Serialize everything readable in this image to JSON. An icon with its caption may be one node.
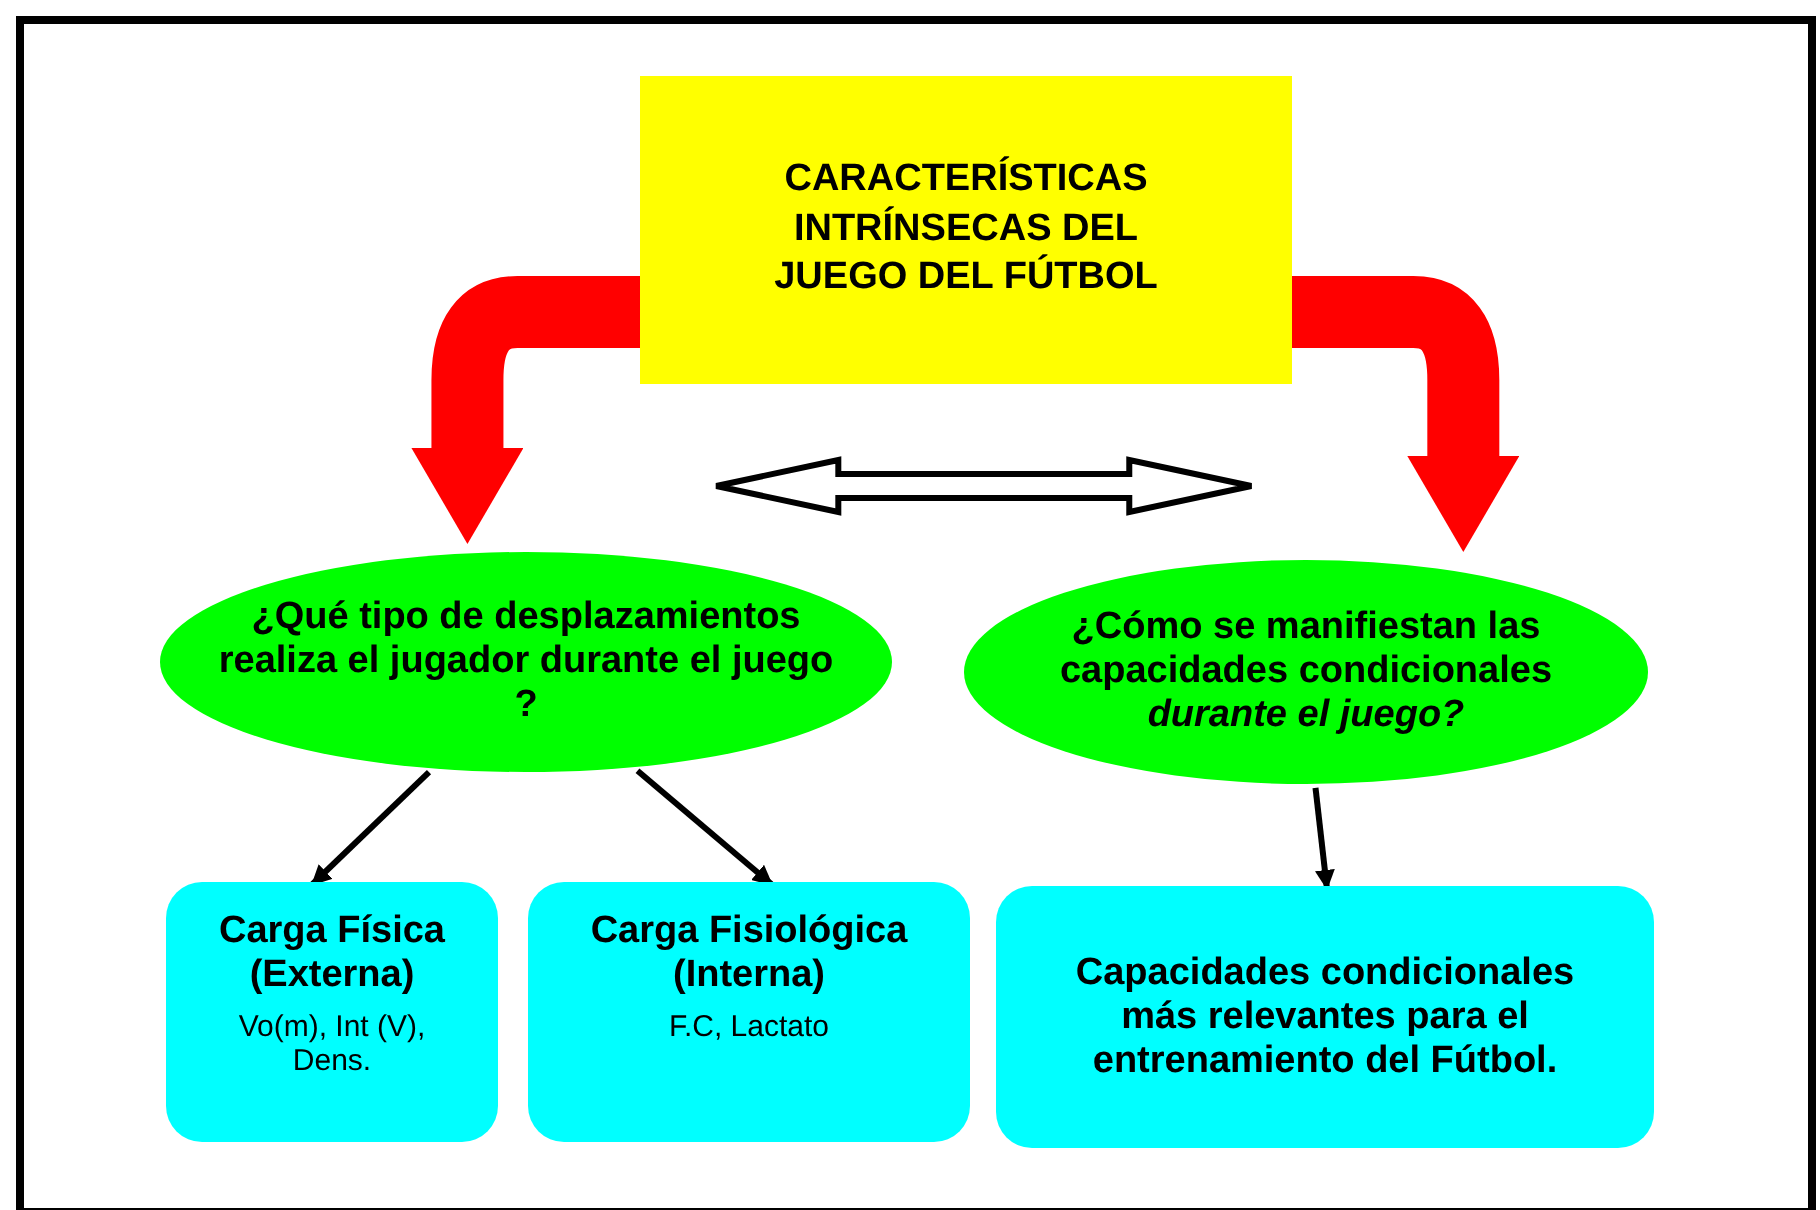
{
  "diagram": {
    "nodes": [
      {
        "text": [
          "CARACTERÍSTICAS INTRÍNSECAS DEL JUEGO DEL FÚTBOL"
        ]
      },
      {
        "text": [
          "¿Qué tipo de desplazamientos realiza el jugador durante el juego ?"
        ]
      },
      {
        "text": [
          "¿Cómo se manifiestan las capacidades condicionales *durante el juego?*"
        ]
      },
      {
        "text": [
          "Carga Física (Externa)",
          "Vo(m), Int (V), Dens."
        ]
      },
      {
        "text": [
          "Carga Fisiológica (Interna)",
          "F.C, Lactato"
        ]
      },
      {
        "text": [
          "Capacidades condicionales más relevantes para el entrenamiento del Fútbol."
        ]
      }
    ],
    "edges": [
      {
        "from": 0,
        "to": 1,
        "arrow": "to",
        "style": "thick",
        "color": "#ff0000"
      },
      {
        "from": 0,
        "to": 2,
        "arrow": "to",
        "style": "thick",
        "color": "#ff0000"
      },
      {
        "from": 1,
        "to": 2,
        "arrow": "both"
      },
      {
        "from": 1,
        "to": 3,
        "arrow": "to"
      },
      {
        "from": 1,
        "to": 4,
        "arrow": "to"
      },
      {
        "from": 2,
        "to": 5,
        "arrow": "to"
      }
    ]
  }
}
